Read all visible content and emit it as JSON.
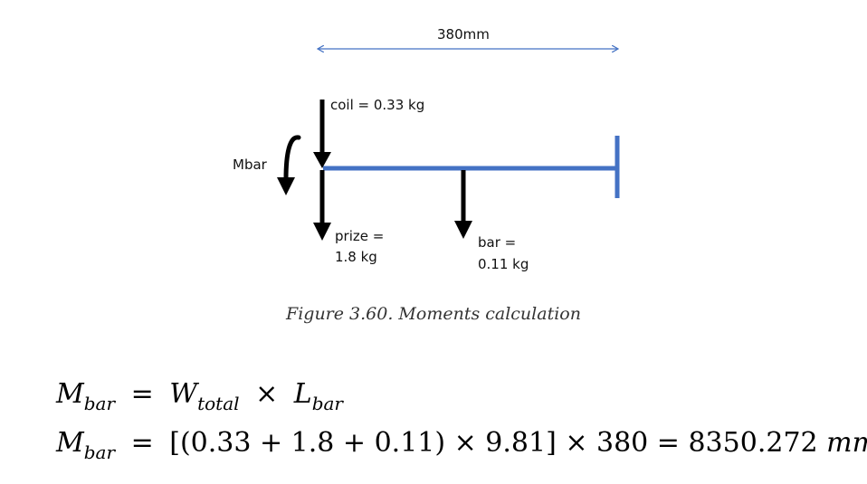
{
  "diagram": {
    "dimension_label": "380mm",
    "coil_label": "coil = 0.33 kg",
    "moment_label": "Mbar",
    "prize_label_line1": "prize =",
    "prize_label_line2": "1.8 kg",
    "bar_label_line1": "bar =",
    "bar_label_line2": "0.11 kg",
    "beam_color": "#4472C4",
    "dimension_color": "#4472C4",
    "arrow_color": "#000000"
  },
  "caption": "Figure 3.60. Moments calculation",
  "equations": {
    "eq1": {
      "lhs": "M",
      "lhs_sub": "bar",
      "equals": "=",
      "term1": "W",
      "term1_sub": "total",
      "times": "×",
      "term2": "L",
      "term2_sub": "bar"
    },
    "eq2": {
      "lhs": "M",
      "lhs_sub": "bar",
      "equals": "=",
      "expression": "[(0.33 + 1.8 + 0.11) × 9.81] × 380 = 8350.272",
      "unit": "mm"
    }
  }
}
